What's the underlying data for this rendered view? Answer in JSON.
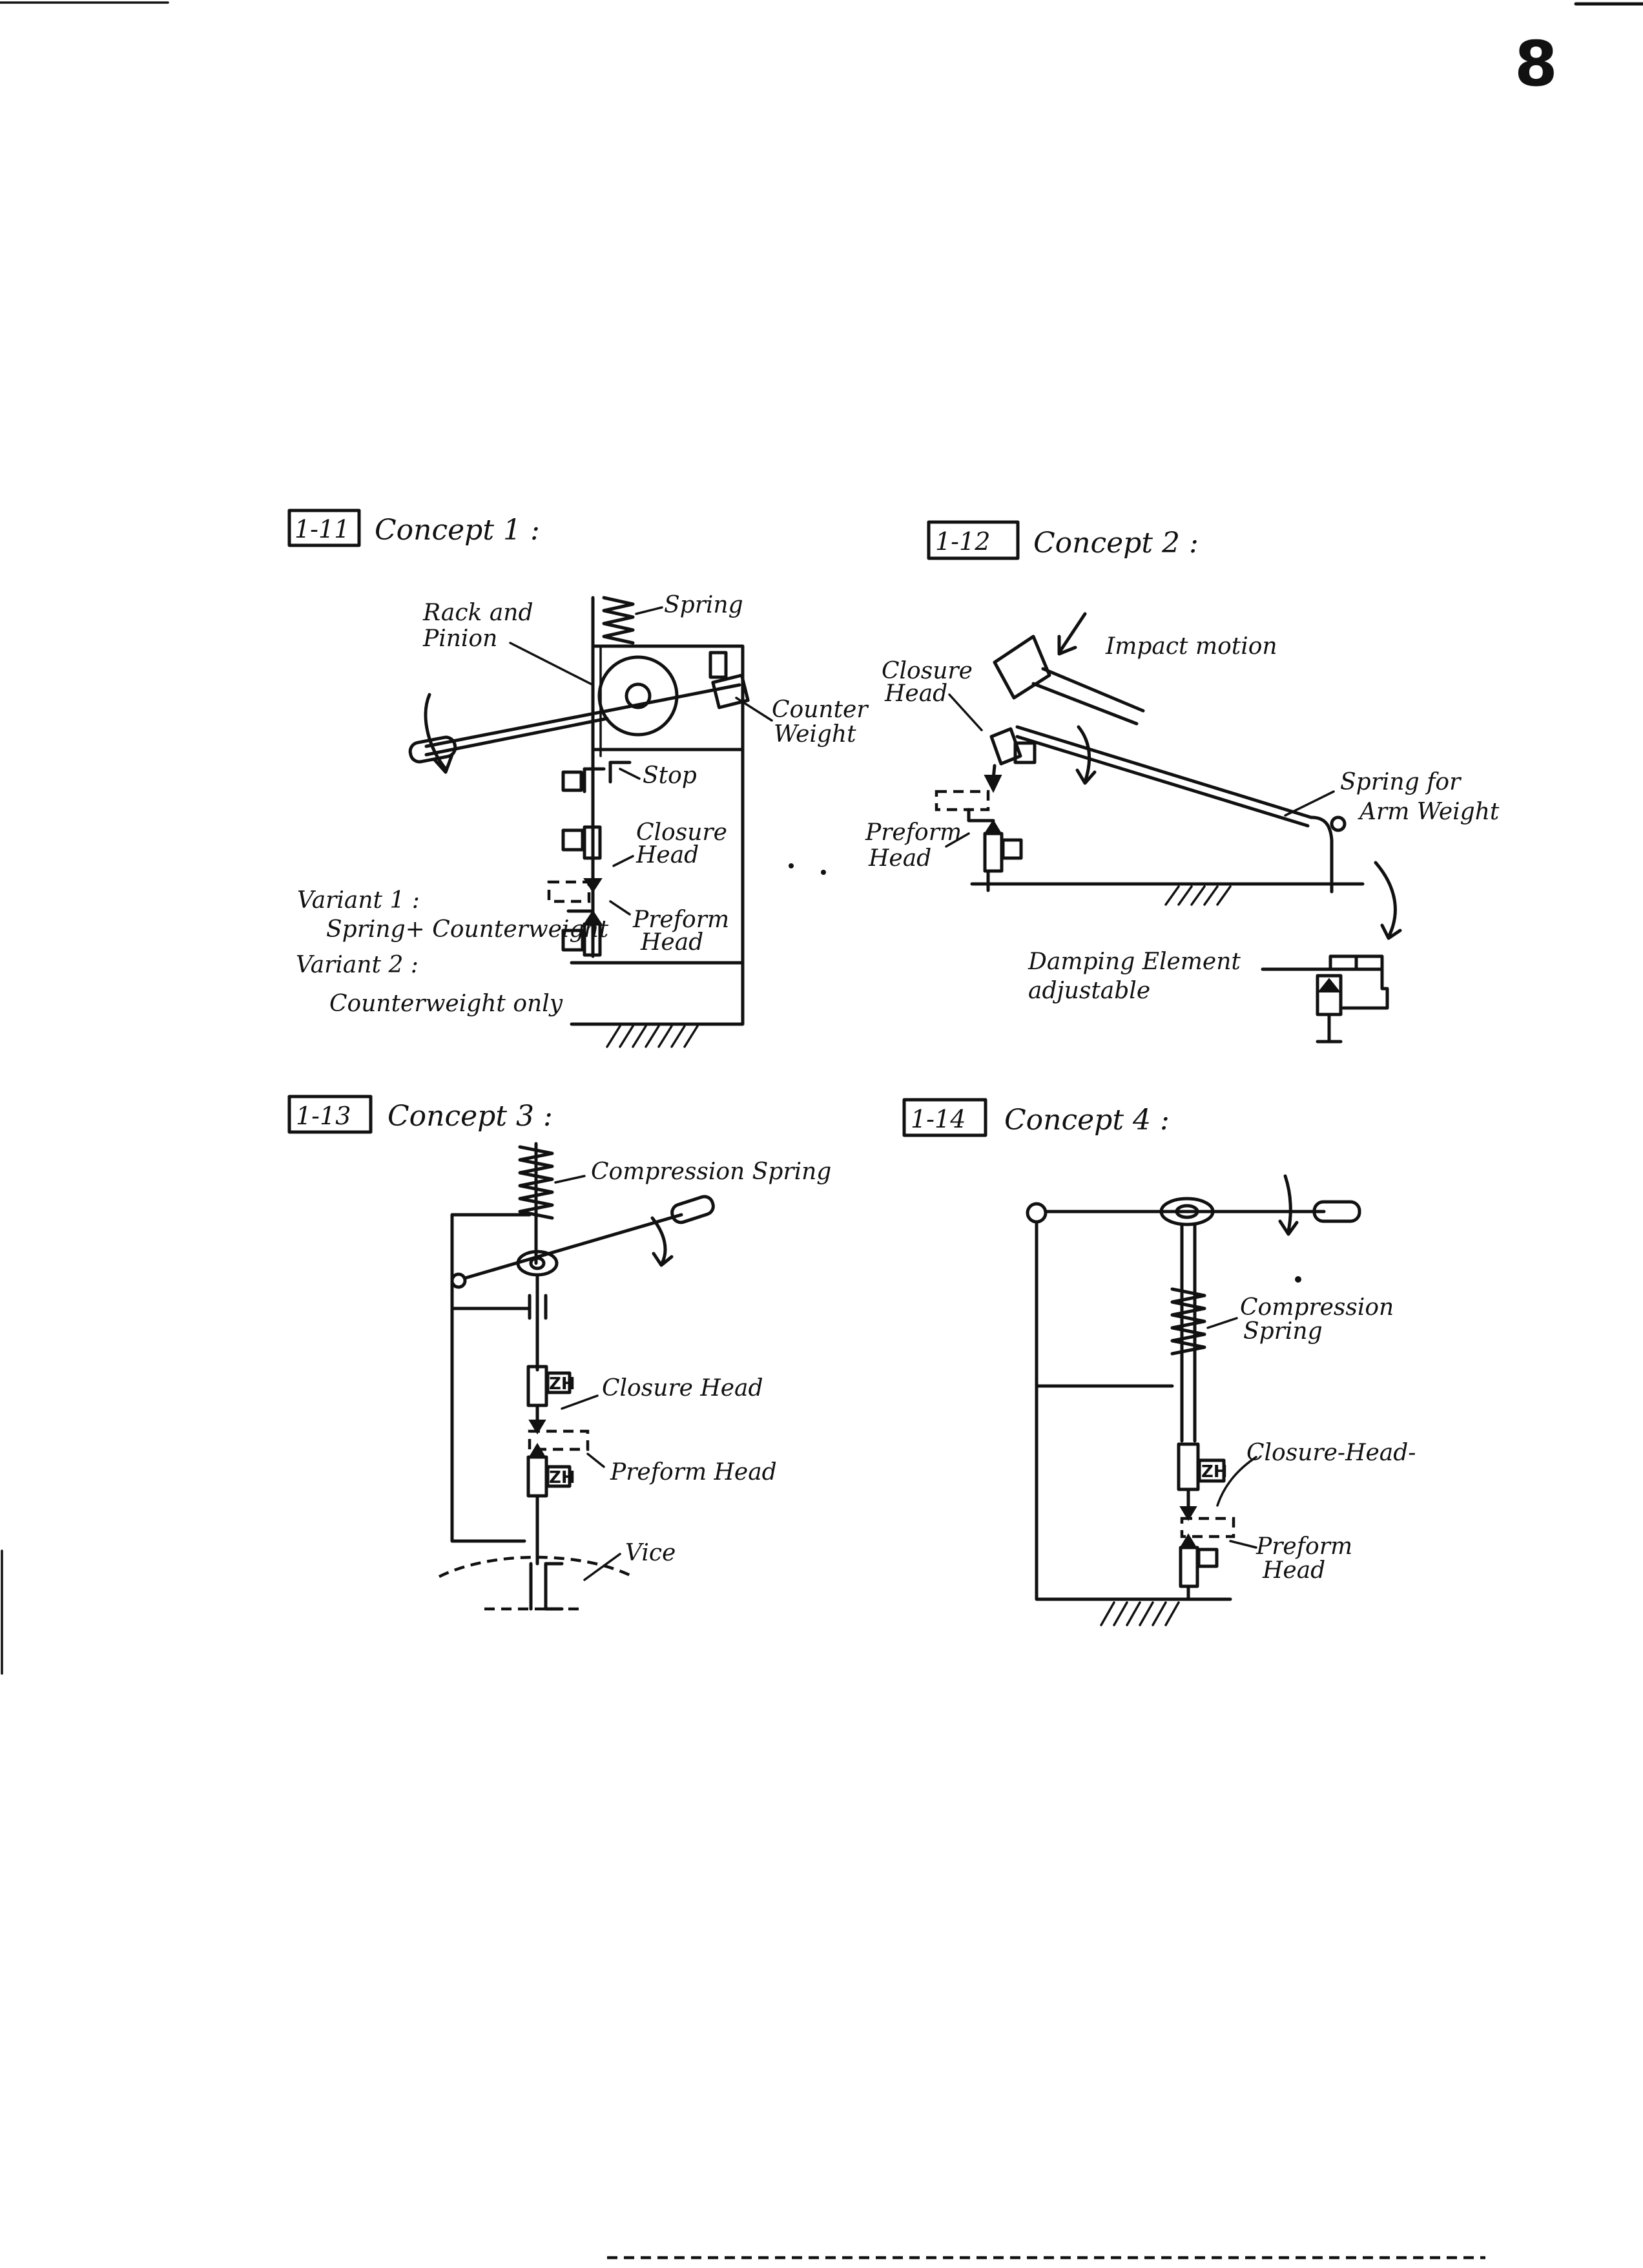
{
  "page": {
    "number": "8"
  },
  "concept1": {
    "tag": "1-11",
    "title": "Concept 1 :",
    "labels": {
      "rack": "Rack and",
      "pinion": "Pinion",
      "spring": "Spring",
      "counter": "Counter",
      "weight": "Weight",
      "stop": "Stop",
      "closure": "Closure",
      "head1": "Head",
      "preform": "Preform",
      "head2": "Head"
    },
    "variants": {
      "v1_title": "Variant 1 :",
      "v1_text": "Spring+ Counterweight",
      "v2_title": "Variant 2 :",
      "v2_text": "Counterweight only"
    }
  },
  "concept2": {
    "tag": "1-12",
    "title": "Concept 2 :",
    "labels": {
      "impact": "Impact motion",
      "closure": "Closure",
      "closure_head": "Head",
      "preform": "Preform",
      "preform_head": "Head",
      "spring_for": "Spring for",
      "arm_weight": "Arm Weight",
      "damping": "Damping Element",
      "adjustable": "adjustable"
    }
  },
  "concept3": {
    "tag": "1-13",
    "title": "Concept 3 :",
    "labels": {
      "compression": "Compression Spring",
      "closure": "Closure Head",
      "preform": "Preform Head",
      "vice": "Vice"
    }
  },
  "concept4": {
    "tag": "1-14",
    "title": "Concept 4 :",
    "labels": {
      "compression": "Compression",
      "spring": "Spring",
      "closure": "Closure-Head-",
      "preform": "Preform",
      "head": "Head"
    }
  }
}
